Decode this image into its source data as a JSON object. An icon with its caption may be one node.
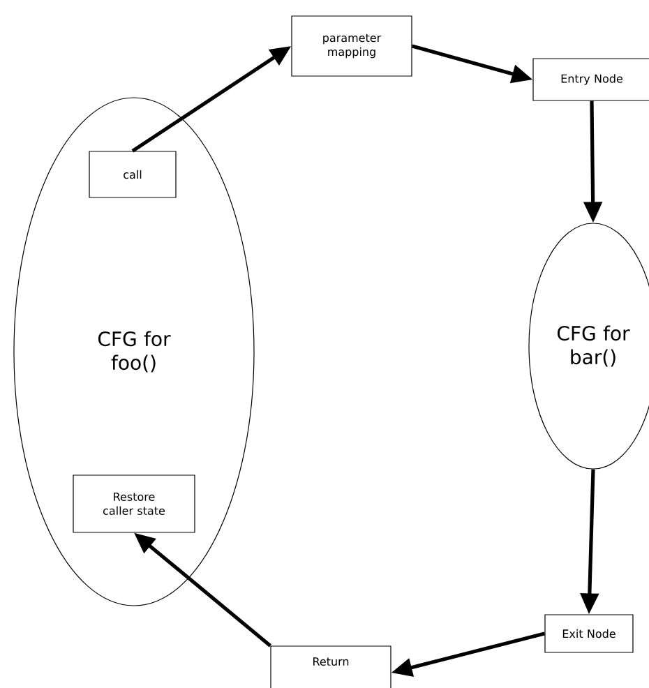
{
  "diagram": {
    "nodes": [
      {
        "text": [
          "CFG for foo()"
        ]
      },
      {
        "text": [
          "call"
        ],
        "in": 0
      },
      {
        "text": [
          "Restore caller state"
        ],
        "in": 0
      },
      {
        "text": [
          "parameter mapping"
        ]
      },
      {
        "text": [
          "Entry Node"
        ]
      },
      {
        "text": [
          "CFG for bar()"
        ]
      },
      {
        "text": [
          "Exit Node"
        ]
      },
      {
        "text": [
          "Return"
        ]
      }
    ],
    "edges": [
      {
        "from": 1,
        "to": 3,
        "arrow": "to"
      },
      {
        "from": 3,
        "to": 4,
        "arrow": "to"
      },
      {
        "from": 4,
        "to": 5,
        "arrow": "to"
      },
      {
        "from": 5,
        "to": 6,
        "arrow": "to"
      },
      {
        "from": 6,
        "to": 7,
        "arrow": "to"
      },
      {
        "from": 7,
        "to": 2,
        "arrow": "to"
      }
    ]
  }
}
